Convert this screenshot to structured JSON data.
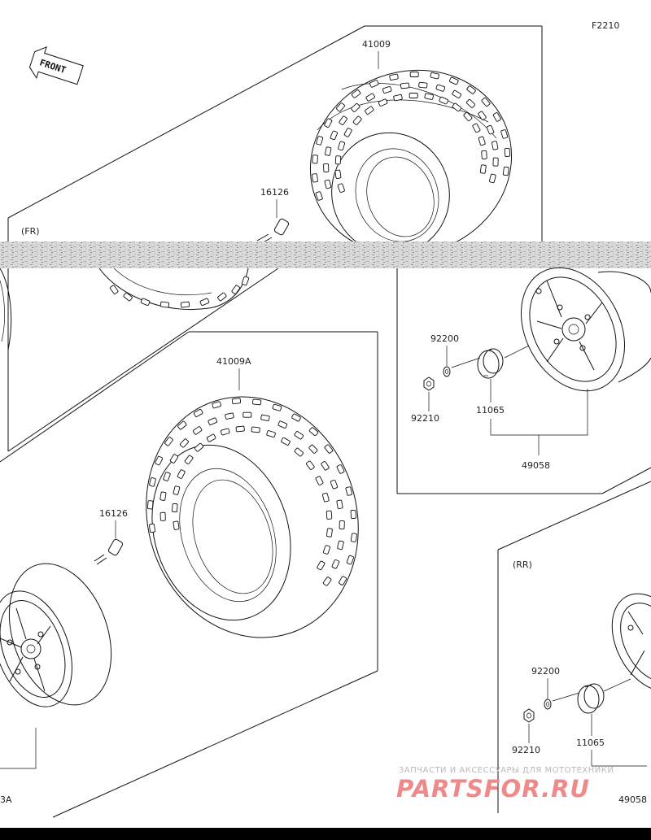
{
  "figure_code": "F2210",
  "front_label": "FRONT",
  "groups": {
    "front": "(FR)",
    "rear": "(RR)"
  },
  "parts": {
    "fr_tire": "41009",
    "fr_valve": "16126",
    "fr_washer": "92200",
    "fr_nut": "92210",
    "fr_cap": "11065",
    "fr_wheel": "49058",
    "rr_tire": "41009A",
    "rr_valve": "16126",
    "rr_wheel_partial": "3A",
    "rr_washer": "92200",
    "rr_nut": "92210",
    "rr_cap": "11065",
    "rr_wheel": "49058"
  },
  "watermark": {
    "line1": "ЗАПЧАСТИ И АКСЕССУАРЫ ДЛЯ МОТОТЕХНИКИ",
    "line2": "PARTSFOR.RU",
    "color": "#f08a8a"
  }
}
